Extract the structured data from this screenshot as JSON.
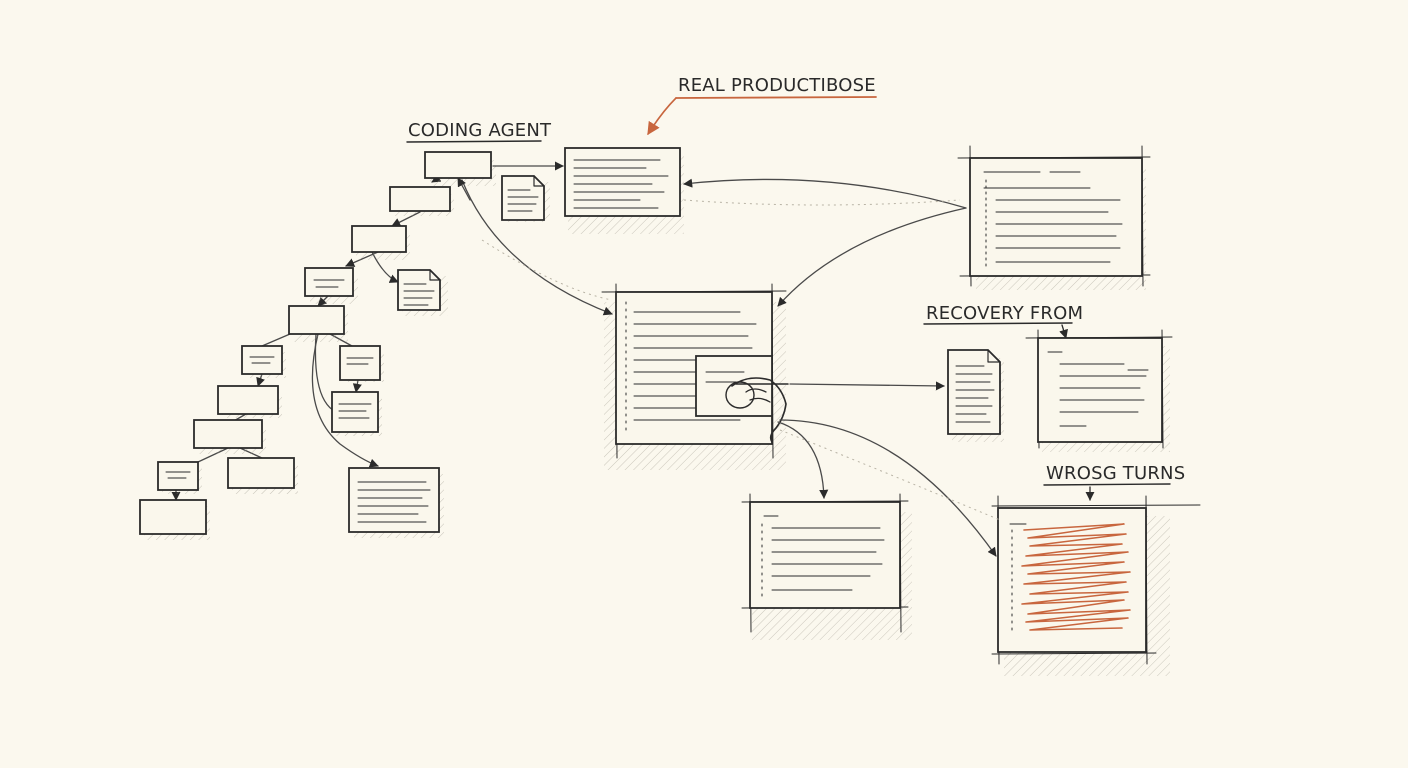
{
  "labels": {
    "coding_agent": "CODING AGENT",
    "real_productibose": "REAL PRODUCTIBOSE",
    "recovery_from": "RECOVERY FROM",
    "wrosg_turns": "WROSG TURNS"
  },
  "colors": {
    "paper": "#fbf8ee",
    "ink": "#2b2b2b",
    "accent": "#c8663e"
  }
}
